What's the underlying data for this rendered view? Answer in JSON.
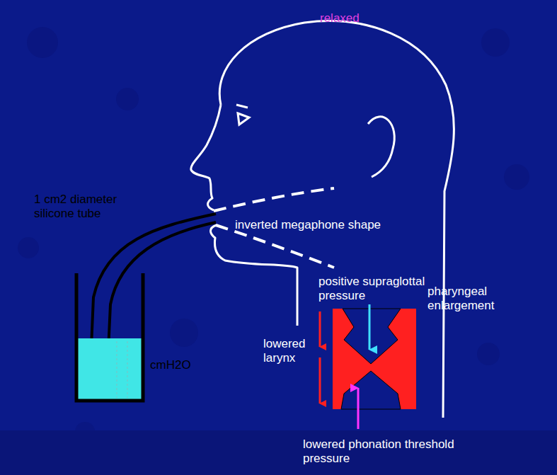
{
  "diagram": {
    "labels": [
      "relaxed",
      "1 cm2 diameter silicone tube",
      "inverted megaphone shape",
      "positive supraglottal pressure",
      "lowered larynx",
      "pharyngeal enlargement",
      "cmH2O",
      "lowered phonation threshold pressure"
    ]
  }
}
